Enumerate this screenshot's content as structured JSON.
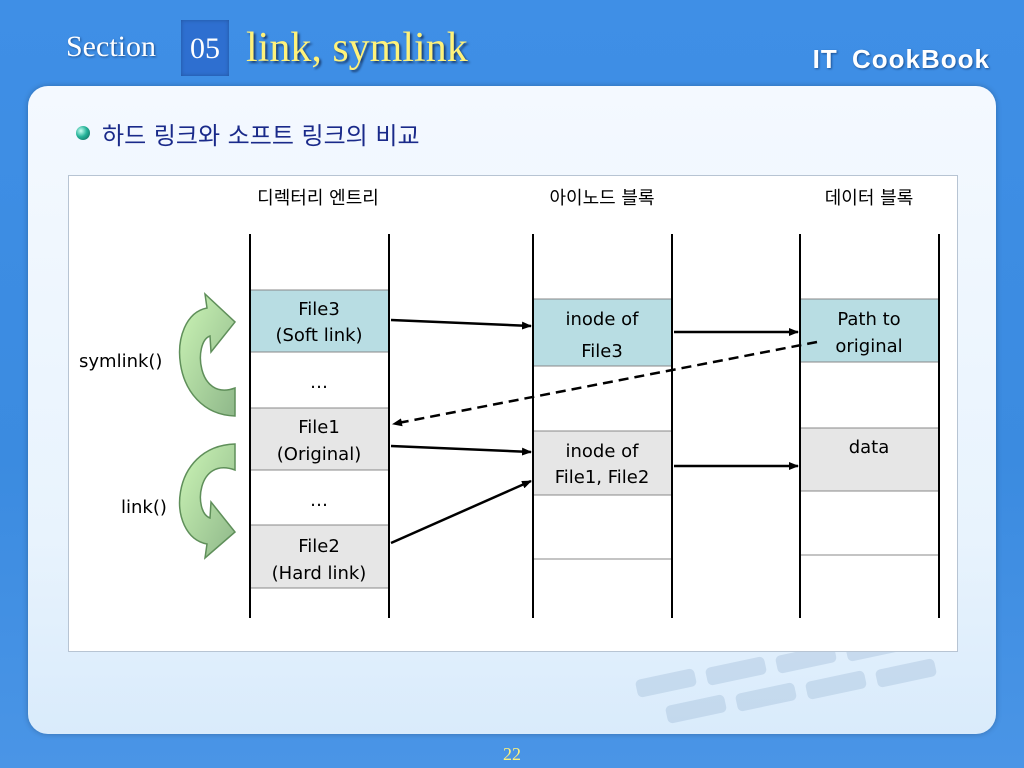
{
  "header": {
    "section_label": "Section",
    "section_number": "05",
    "title": "link, symlink",
    "brand": "IT  CookBook"
  },
  "bullet": {
    "icon": "bullet-icon",
    "text": "하드 링크와 소프트 링크의 비교"
  },
  "diagram": {
    "columns": {
      "directory": "디렉터리 엔트리",
      "inode": "아이노드 블록",
      "data": "데이터 블록"
    },
    "directory_entries": {
      "file3_name": "File3",
      "file3_desc": "(Soft link)",
      "ellipsis1": "…",
      "file1_name": "File1",
      "file1_desc": "(Original)",
      "ellipsis2": "…",
      "file2_name": "File2",
      "file2_desc": "(Hard link)"
    },
    "inode_blocks": {
      "inode3_line1": "inode of",
      "inode3_line2": "File3",
      "inode12_line1": "inode of",
      "inode12_line2": "File1, File2"
    },
    "data_blocks": {
      "path_line1": "Path to",
      "path_line2": "original",
      "data": "data"
    },
    "side_labels": {
      "symlink": "symlink()",
      "link": "link()"
    },
    "colors": {
      "soft_link_cell": "#b8dde3",
      "hard_cell": "#e6e6e6",
      "arrow_light": "#ccf5b6",
      "arrow_dark": "#8fb88a"
    }
  },
  "footer": {
    "page_number": "22"
  }
}
